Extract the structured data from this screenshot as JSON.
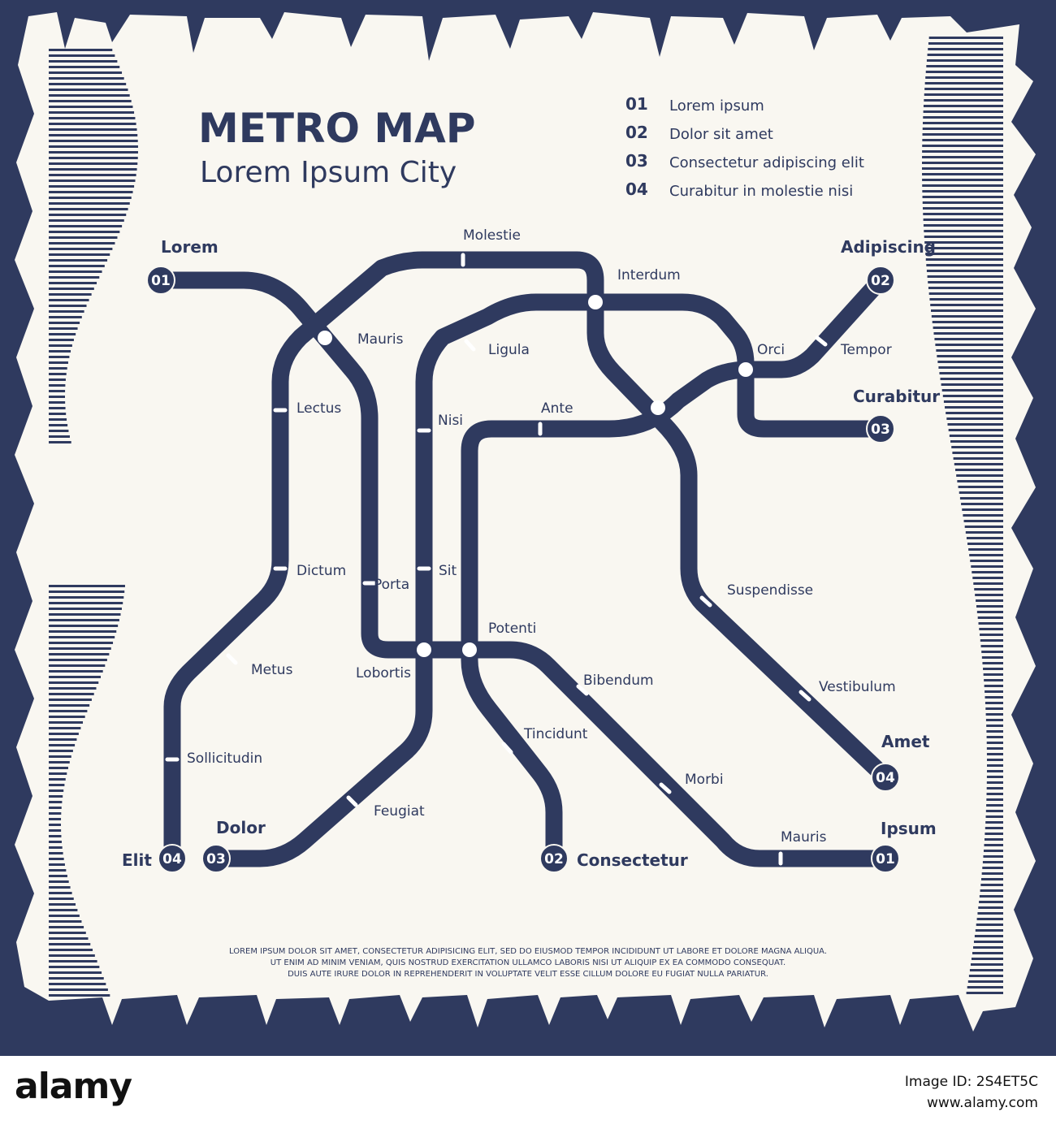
{
  "header": {
    "title": "METRO MAP",
    "subtitle": "Lorem Ipsum City"
  },
  "legend": [
    {
      "num": "01",
      "label": "Lorem ipsum"
    },
    {
      "num": "02",
      "label": "Dolor sit amet"
    },
    {
      "num": "03",
      "label": "Consectetur adipiscing elit"
    },
    {
      "num": "04",
      "label": "Curabitur in molestie nisi"
    }
  ],
  "stations": {
    "molestie": "Molestie",
    "interdum": "Interdum",
    "mauris_top": "Mauris",
    "ligula": "Ligula",
    "orci": "Orci",
    "tempor": "Tempor",
    "lectus": "Lectus",
    "nisi": "Nisi",
    "ante": "Ante",
    "dictum": "Dictum",
    "porta": "Porta",
    "sit": "Sit",
    "suspendisse": "Suspendisse",
    "potenti": "Potenti",
    "metus": "Metus",
    "lobortis": "Lobortis",
    "bibendum": "Bibendum",
    "vestibulum": "Vestibulum",
    "tincidunt": "Tincidunt",
    "sollicitudin": "Sollicitudin",
    "morbi": "Morbi",
    "feugiat": "Feugiat",
    "mauris_bottom": "Mauris"
  },
  "terminals": {
    "lorem": {
      "label": "Lorem",
      "badge": "01"
    },
    "adipiscing": {
      "label": "Adipiscing",
      "badge": "02"
    },
    "curabitur": {
      "label": "Curabitur",
      "badge": "03"
    },
    "amet": {
      "label": "Amet",
      "badge": "04"
    },
    "ipsum": {
      "label": "Ipsum",
      "badge": "01"
    },
    "consectetur": {
      "label": "Consectetur",
      "badge": "02"
    },
    "dolor": {
      "label": "Dolor",
      "badge": "03"
    },
    "elit": {
      "label": "Elit",
      "badge": "04"
    }
  },
  "footer": {
    "line1": "LOREM IPSUM DOLOR SIT AMET, CONSECTETUR ADIPISICING ELIT, SED DO EIUSMOD TEMPOR INCIDIDUNT UT LABORE ET DOLORE MAGNA ALIQUA.",
    "line2": "UT ENIM AD MINIM VENIAM, QUIS NOSTRUD EXERCITATION ULLAMCO LABORIS NISI UT ALIQUIP EX EA COMMODO CONSEQUAT.",
    "line3": "DUIS AUTE IRURE DOLOR IN REPREHENDERIT IN VOLUPTATE VELIT ESSE CILLUM DOLORE EU FUGIAT NULLA PARIATUR."
  },
  "watermark": {
    "brand": "alamy",
    "image_id": "Image ID: 2S4ET5C",
    "site": "www.alamy.com"
  },
  "colors": {
    "line": "#2f3a5f",
    "paper": "#f9f7f1",
    "frame": "#2f3a5f"
  }
}
